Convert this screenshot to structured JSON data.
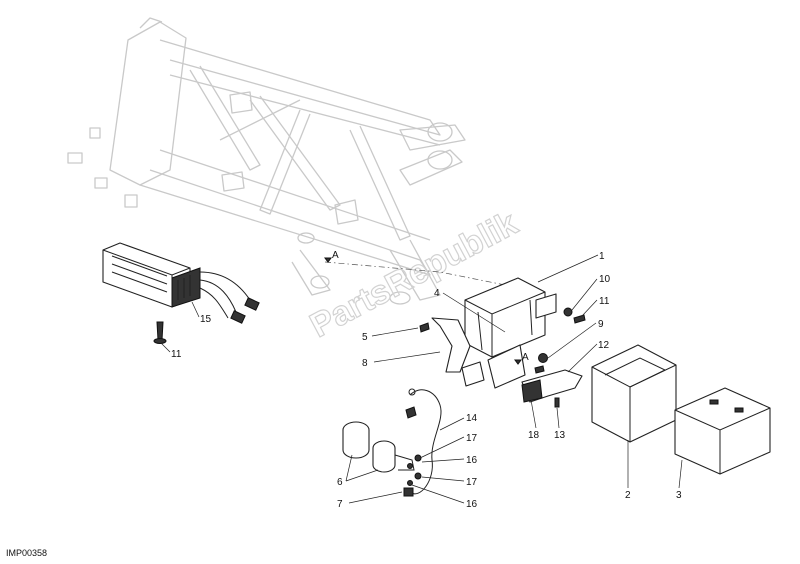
{
  "diagram": {
    "reference_code": "IMP00358",
    "watermark": "PartsRepublik",
    "zone_marker": "A",
    "callouts": {
      "c1": "1",
      "c2": "2",
      "c3": "3",
      "c4": "4",
      "c5": "5",
      "c6": "6",
      "c7": "7",
      "c8": "8",
      "c9": "9",
      "c10": "10",
      "c11a": "11",
      "c11b": "11",
      "c12": "12",
      "c13": "13",
      "c14": "14",
      "c15": "15",
      "c16a": "16",
      "c16b": "16",
      "c17a": "17",
      "c17b": "17",
      "c18": "18"
    }
  }
}
